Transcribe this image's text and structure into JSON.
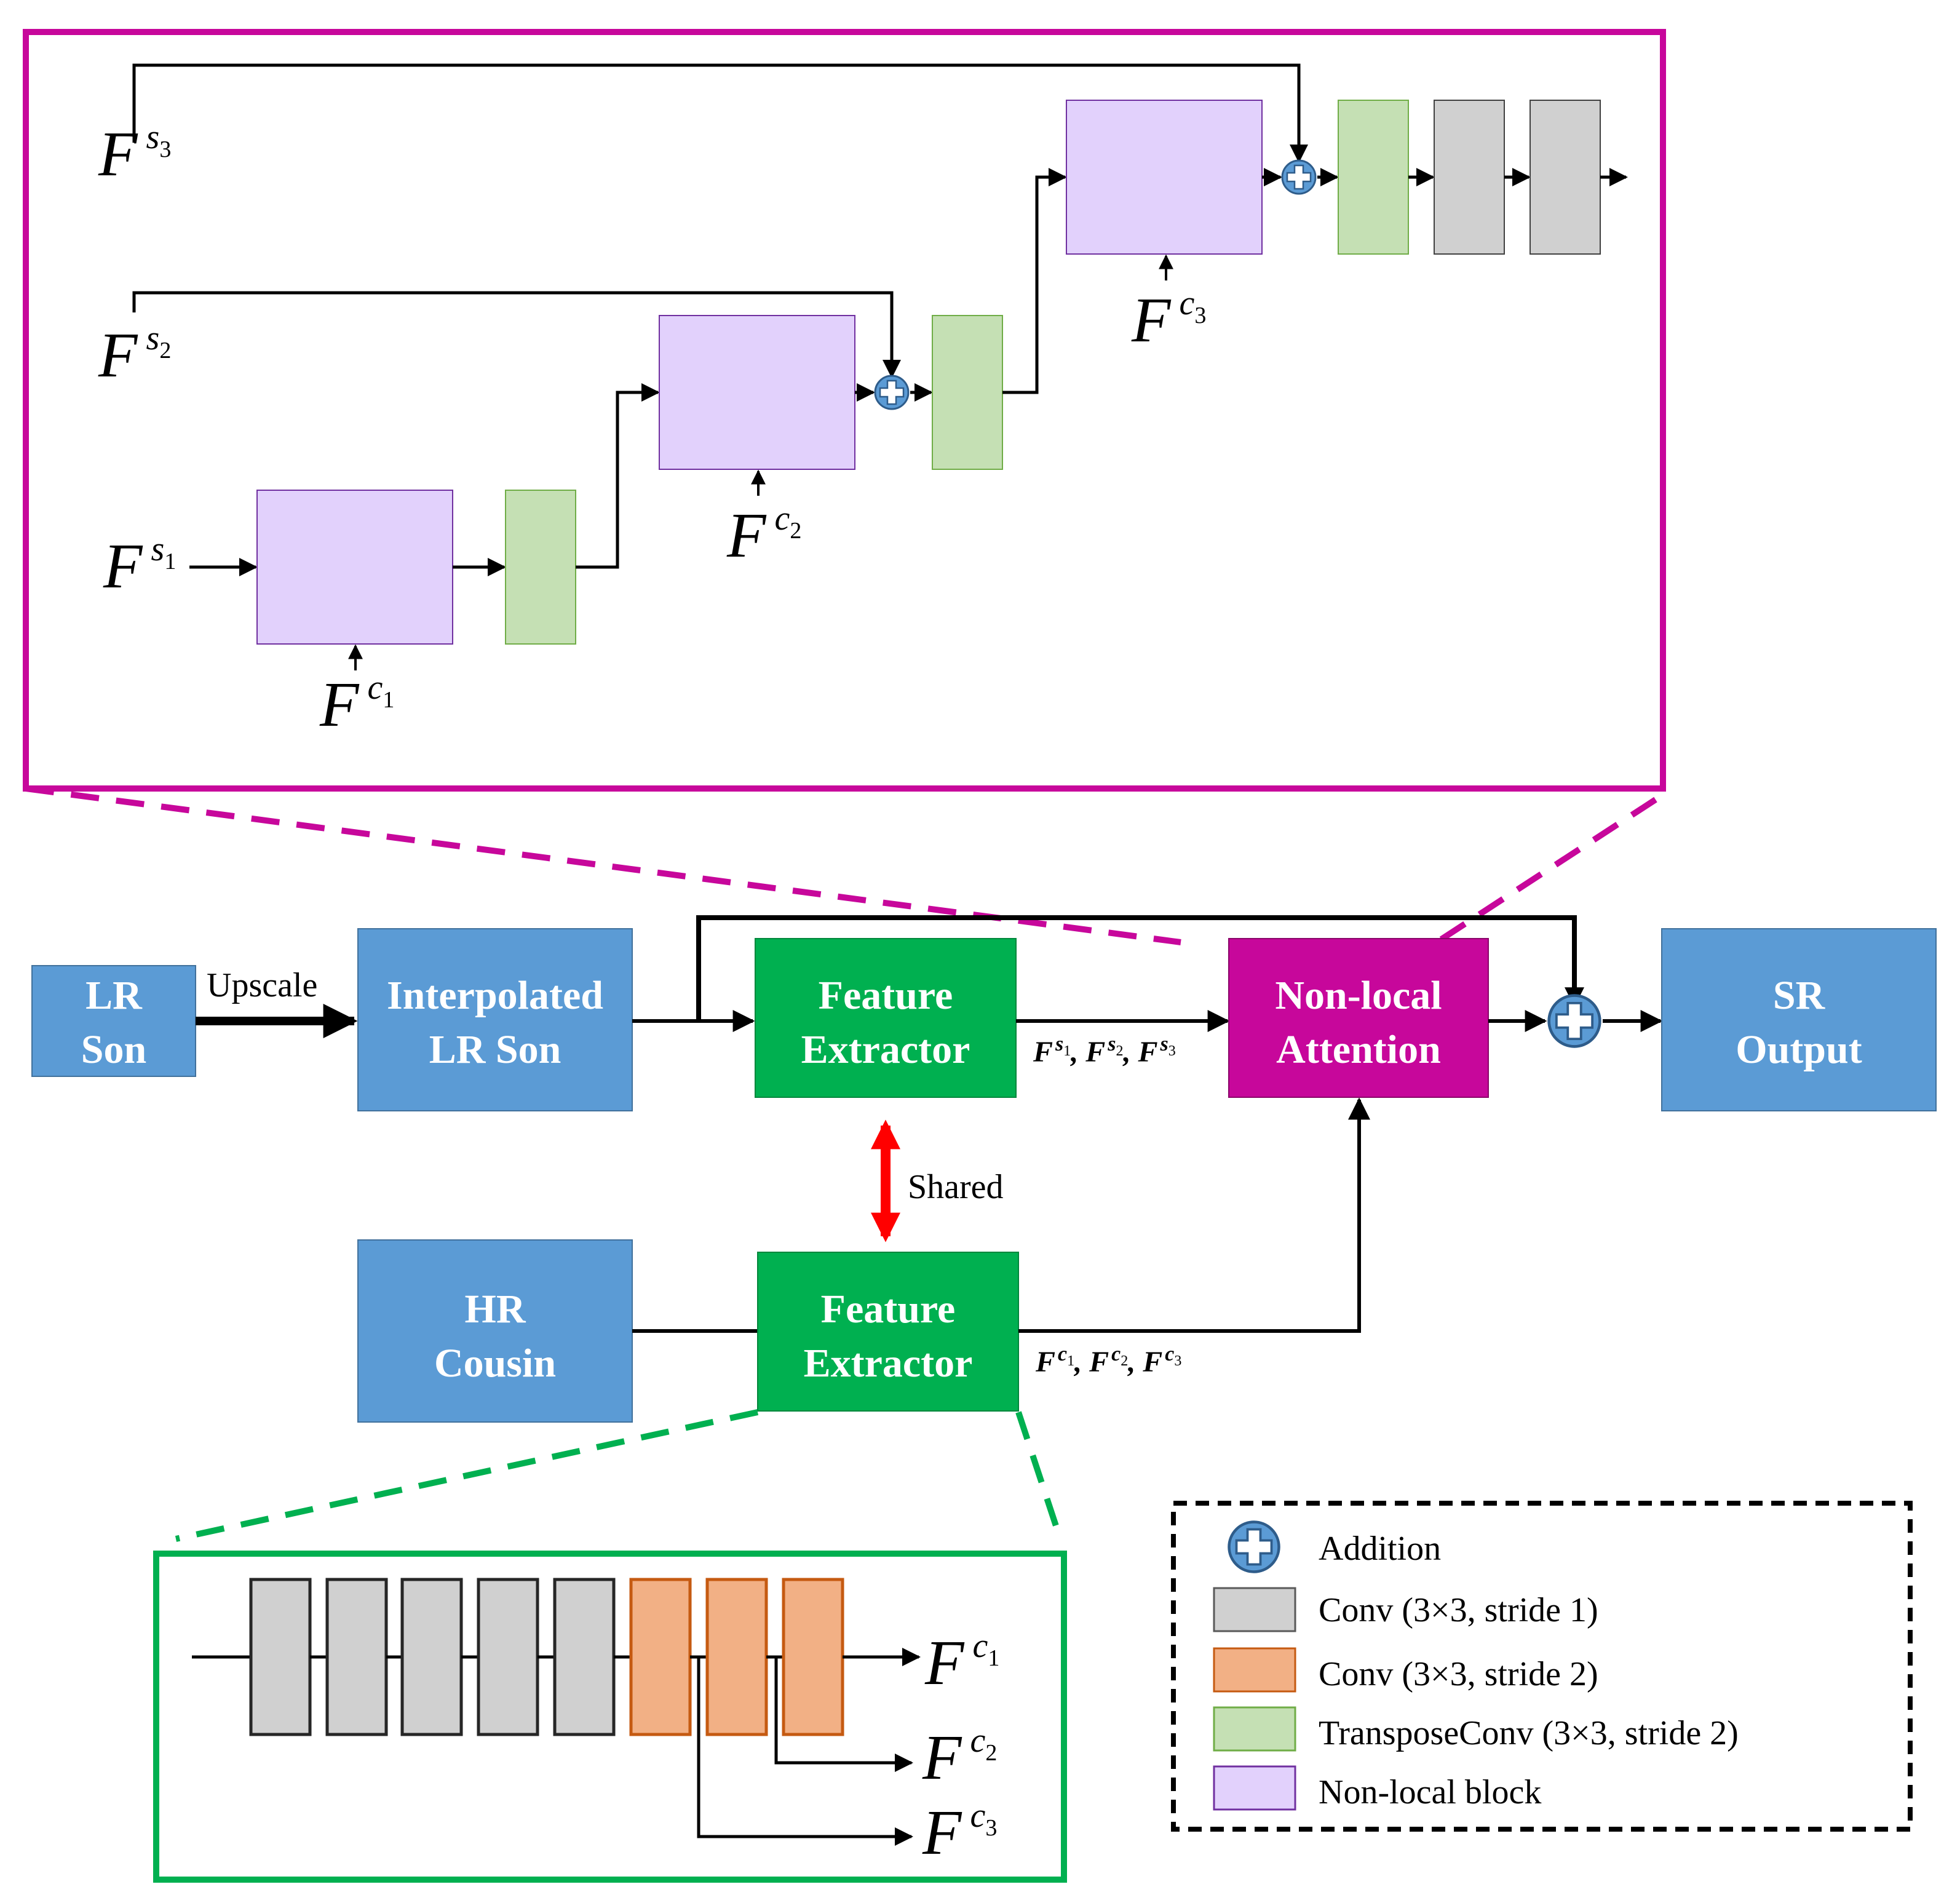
{
  "colors": {
    "blue_block": "#5b9bd5",
    "green_block": "#00b050",
    "magenta_block": "#c7079b",
    "zoom_magenta": "#c7079b",
    "zoom_green": "#00b050",
    "conv_stride1": "#d0d0d0",
    "conv_stride2": "#f2b085",
    "conv_stride2_border": "#c55a11",
    "transpose_conv": "#c5e0b4",
    "transpose_conv_border": "#70ad47",
    "nonlocal": "#e2d1fc",
    "nonlocal_border": "#7030a0",
    "addition": "#5b9bd5",
    "shared_arrow": "#ff0000"
  },
  "blocks": {
    "lr_son": [
      "LR",
      "Son"
    ],
    "interpolated": [
      "Interpolated",
      "LR Son"
    ],
    "feature_extractor_top": [
      "Feature",
      "Extractor"
    ],
    "nonlocal_attention": [
      "Non-local",
      "Attention"
    ],
    "sr_output": [
      "SR",
      "Output"
    ],
    "hr_cousin": [
      "HR",
      "Cousin"
    ],
    "feature_extractor_bottom": [
      "Feature",
      "Extractor"
    ]
  },
  "labels": {
    "upscale": "Upscale",
    "shared": "Shared",
    "top_features": [
      "F",
      "s",
      "1",
      "F",
      "s",
      "2",
      "F",
      "s",
      "3"
    ],
    "bottom_features": [
      "F",
      "c",
      "1",
      "F",
      "c",
      "2",
      "F",
      "c",
      "3"
    ]
  },
  "nonlocal_zoom": {
    "inputs_s": [
      {
        "base": "F",
        "sup": "s",
        "sub": "3"
      },
      {
        "base": "F",
        "sup": "s",
        "sub": "2"
      },
      {
        "base": "F",
        "sup": "s",
        "sub": "1"
      }
    ],
    "inputs_c": [
      {
        "base": "F",
        "sup": "c",
        "sub": "1"
      },
      {
        "base": "F",
        "sup": "c",
        "sub": "2"
      },
      {
        "base": "F",
        "sup": "c",
        "sub": "3"
      }
    ]
  },
  "extractor_zoom": {
    "outputs": [
      {
        "base": "F",
        "sup": "c",
        "sub": "1"
      },
      {
        "base": "F",
        "sup": "c",
        "sub": "2"
      },
      {
        "base": "F",
        "sup": "c",
        "sub": "3"
      }
    ]
  },
  "legend": {
    "items": [
      {
        "icon": "addition-icon",
        "label": "Addition"
      },
      {
        "icon": "conv-stride1-swatch",
        "label": "Conv (3×3, stride 1)"
      },
      {
        "icon": "conv-stride2-swatch",
        "label": "Conv (3×3, stride 2)"
      },
      {
        "icon": "transpose-conv-swatch",
        "label": "TransposeConv (3×3, stride 2)"
      },
      {
        "icon": "nonlocal-swatch",
        "label": "Non-local block"
      }
    ]
  }
}
